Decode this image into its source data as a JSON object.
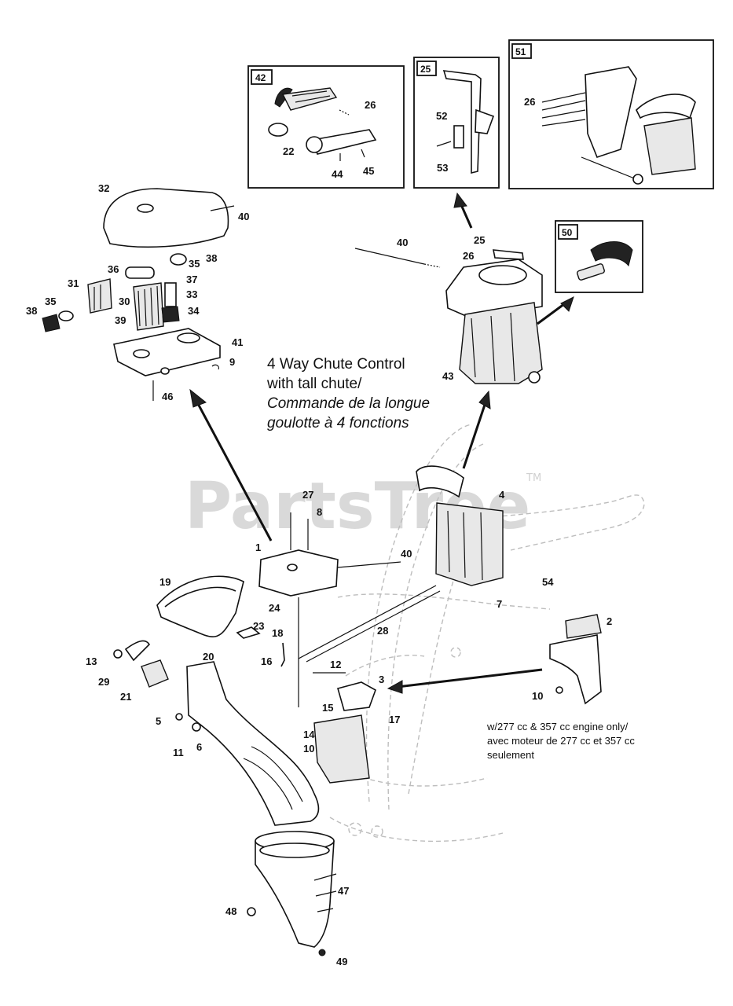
{
  "watermark": {
    "text": "PartsTree",
    "trademark": "TM"
  },
  "inset_boxes": [
    {
      "id": "42",
      "callouts": [
        "26",
        "22",
        "44",
        "45"
      ]
    },
    {
      "id": "25",
      "callouts": [
        "52",
        "53"
      ]
    },
    {
      "id": "51",
      "callouts": [
        "26"
      ]
    },
    {
      "id": "50",
      "callouts": []
    }
  ],
  "callout_labels": {
    "c32": "32",
    "c40a": "40",
    "c35a": "35",
    "c38a": "38",
    "c36": "36",
    "c37": "37",
    "c31": "31",
    "c33": "33",
    "c35b": "35",
    "c30": "30",
    "c38b": "38",
    "c34": "34",
    "c39": "39",
    "c41": "41",
    "c9": "9",
    "c46": "46",
    "c40b": "40",
    "c25": "25",
    "c26": "26",
    "c43": "43",
    "c27": "27",
    "c8": "8",
    "c1": "1",
    "c40c": "40",
    "c4": "4",
    "c54": "54",
    "c7": "7",
    "c19": "19",
    "c24": "24",
    "c23": "23",
    "c18": "18",
    "c28": "28",
    "c2": "2",
    "c13": "13",
    "c20": "20",
    "c16": "16",
    "c12": "12",
    "c3": "3",
    "c29": "29",
    "c21": "21",
    "c10a": "10",
    "c15": "15",
    "c17": "17",
    "c5": "5",
    "c14": "14",
    "c10b": "10",
    "c11": "11",
    "c6": "6",
    "c47": "47",
    "c48": "48",
    "c49": "49"
  },
  "notes": {
    "chute_control": {
      "line1": "4 Way Chute Control",
      "line2": "with tall chute/",
      "line3": "Commande de la longue",
      "line4": "goulotte à 4 fonctions"
    },
    "engine_note": {
      "line1": "w/277 cc & 357 cc engine only/",
      "line2": "avec moteur de 277 cc et 357 cc",
      "line3": "seulement"
    }
  }
}
